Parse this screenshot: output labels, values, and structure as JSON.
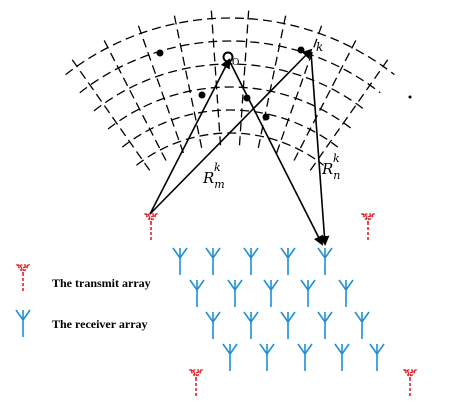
{
  "labels": {
    "origin": "O",
    "target_point": "k",
    "transmit_range": {
      "base": "R",
      "sub": "m",
      "sup": "k"
    },
    "receive_range": {
      "base": "R",
      "sub": "n",
      "sup": "k"
    }
  },
  "legend": {
    "transmit": "The transmit array",
    "receiver": "The receiver array"
  },
  "colors": {
    "transmit": "#e0141e",
    "receiver": "#1e8fd6",
    "grid": "#000000",
    "arrow": "#000000"
  }
}
